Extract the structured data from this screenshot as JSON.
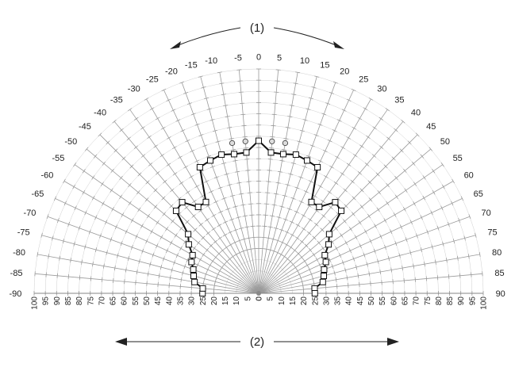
{
  "chart_data": {
    "type": "polar-line",
    "title": "",
    "annotations": [
      "(1)",
      "(2)"
    ],
    "angle_ticks": [
      -90,
      -85,
      -80,
      -75,
      -70,
      -65,
      -60,
      -55,
      -50,
      -45,
      -40,
      -35,
      -30,
      -25,
      -20,
      -15,
      -10,
      -5,
      0,
      5,
      10,
      15,
      20,
      25,
      30,
      35,
      40,
      45,
      50,
      55,
      60,
      65,
      70,
      75,
      80,
      85,
      90
    ],
    "radial_ticks": [
      0,
      5,
      10,
      15,
      20,
      25,
      30,
      35,
      40,
      45,
      50,
      55,
      60,
      65,
      70,
      75,
      80,
      85,
      90,
      95,
      100
    ],
    "radial_range": [
      0,
      100
    ],
    "angle_range": [
      -90,
      90
    ],
    "grid": true,
    "series": [
      {
        "marker": "square",
        "points": [
          {
            "angle": -90,
            "r": 25
          },
          {
            "angle": -85,
            "r": 25
          },
          {
            "angle": -80,
            "r": 29
          },
          {
            "angle": -75,
            "r": 30
          },
          {
            "angle": -70,
            "r": 31
          },
          {
            "angle": -65,
            "r": 33
          },
          {
            "angle": -60,
            "r": 34
          },
          {
            "angle": -55,
            "r": 38
          },
          {
            "angle": -50,
            "r": 41
          },
          {
            "angle": -45,
            "r": 52
          },
          {
            "angle": -40,
            "r": 53
          },
          {
            "angle": -35,
            "r": 47
          },
          {
            "angle": -30,
            "r": 47
          },
          {
            "angle": -25,
            "r": 62
          },
          {
            "angle": -20,
            "r": 63
          },
          {
            "angle": -15,
            "r": 64
          },
          {
            "angle": -10,
            "r": 63
          },
          {
            "angle": -5,
            "r": 63
          },
          {
            "angle": 0,
            "r": 68
          },
          {
            "angle": 5,
            "r": 63
          },
          {
            "angle": 10,
            "r": 63
          },
          {
            "angle": 15,
            "r": 64
          },
          {
            "angle": 20,
            "r": 63
          },
          {
            "angle": 25,
            "r": 62
          },
          {
            "angle": 30,
            "r": 47
          },
          {
            "angle": 35,
            "r": 47
          },
          {
            "angle": 40,
            "r": 53
          },
          {
            "angle": 45,
            "r": 52
          },
          {
            "angle": 50,
            "r": 41
          },
          {
            "angle": 55,
            "r": 38
          },
          {
            "angle": 60,
            "r": 34
          },
          {
            "angle": 65,
            "r": 33
          },
          {
            "angle": 70,
            "r": 31
          },
          {
            "angle": 75,
            "r": 30
          },
          {
            "angle": 80,
            "r": 29
          },
          {
            "angle": 85,
            "r": 25
          },
          {
            "angle": 90,
            "r": 25
          }
        ]
      }
    ],
    "circle_markers": [
      {
        "angle": -10,
        "r": 68
      },
      {
        "angle": -5,
        "r": 68
      },
      {
        "angle": 5,
        "r": 68
      },
      {
        "angle": 10,
        "r": 68
      }
    ]
  }
}
